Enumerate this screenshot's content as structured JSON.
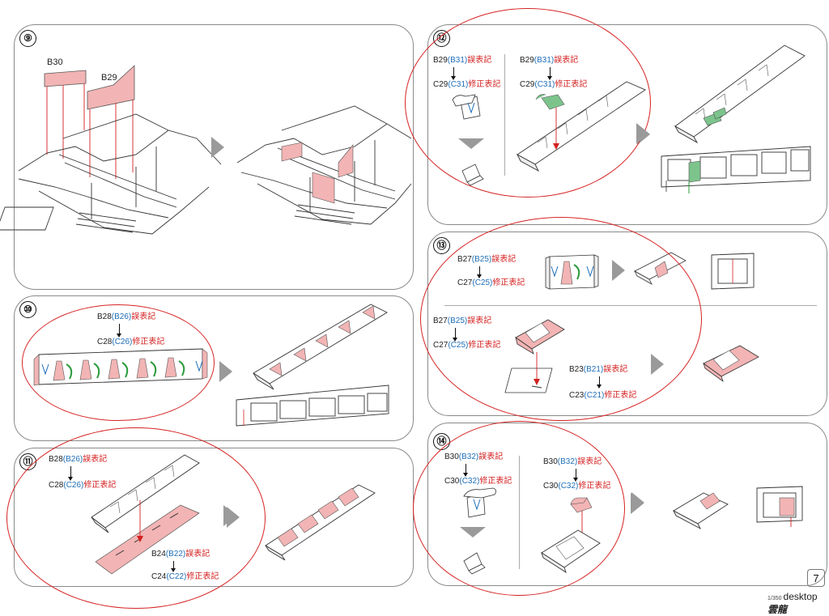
{
  "page": {
    "number": "7",
    "brand_prefix": "1/350",
    "brand_name": "desktop",
    "brand_logo": "雲龍"
  },
  "note_labels": {
    "wrong": "誤表記",
    "correct": "修正表記"
  },
  "steps": [
    {
      "id": "s9",
      "number": "⑨",
      "labels": {
        "b30": "B30",
        "b29": "B29"
      }
    },
    {
      "id": "s10",
      "number": "⑩",
      "wrong": {
        "part": "B28",
        "old": "(B26)"
      },
      "correct": {
        "part": "C28",
        "old": "(C26)"
      }
    },
    {
      "id": "s11",
      "number": "⑪",
      "wrong1": {
        "part": "B28",
        "old": "(B26)"
      },
      "correct1": {
        "part": "C28",
        "old": "(C26)"
      },
      "wrong2": {
        "part": "B24",
        "old": "(B22)"
      },
      "correct2": {
        "part": "C24",
        "old": "(C22)"
      }
    },
    {
      "id": "s12",
      "number": "⑫",
      "wrong1": {
        "part": "B29",
        "old": "(B31)"
      },
      "correct1": {
        "part": "C29",
        "old": "(C31)"
      },
      "wrong2": {
        "part": "B29",
        "old": "(B31)"
      },
      "correct2": {
        "part": "C29",
        "old": "(C31)"
      }
    },
    {
      "id": "s13",
      "number": "⑬",
      "wrong1": {
        "part": "B27",
        "old": "(B25)"
      },
      "correct1": {
        "part": "C27",
        "old": "(C25)"
      },
      "wrong2": {
        "part": "B27",
        "old": "(B25)"
      },
      "correct2": {
        "part": "C27",
        "old": "(C25)"
      },
      "wrong3": {
        "part": "B23",
        "old": "(B21)"
      },
      "correct3": {
        "part": "C23",
        "old": "(C21)"
      }
    },
    {
      "id": "s14",
      "number": "⑭",
      "wrong1": {
        "part": "B30",
        "old": "(B32)"
      },
      "correct1": {
        "part": "C30",
        "old": "(C32)"
      },
      "wrong2": {
        "part": "B30",
        "old": "(B32)"
      },
      "correct2": {
        "part": "C30",
        "old": "(C32)"
      }
    }
  ],
  "colors": {
    "highlight_oval": "#d62424",
    "part_pink": "#f2b4b4",
    "part_green": "#7cc48c",
    "old_ref_blue": "#1f6fb8",
    "note_red": "#d42020",
    "arrow_grey": "#9a9a9a"
  }
}
